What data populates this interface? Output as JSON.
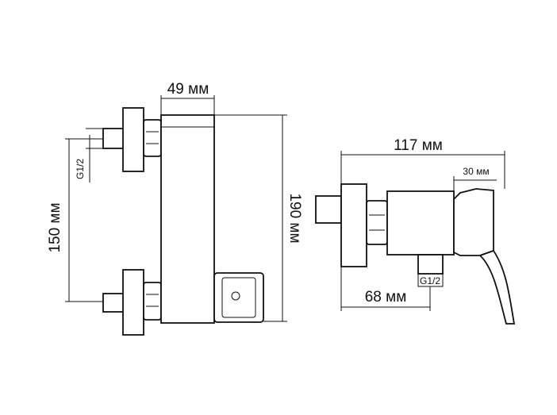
{
  "dimensions": {
    "width_front": "49 мм",
    "height_total": "190 мм",
    "inlet_spacing": "150 мм",
    "thread_front": "G1/2",
    "length_total": "117 мм",
    "handle_length": "30 мм",
    "outlet_offset": "68 мм",
    "thread_side": "G1/2"
  },
  "colors": {
    "line": "#111111",
    "background": "#ffffff"
  }
}
